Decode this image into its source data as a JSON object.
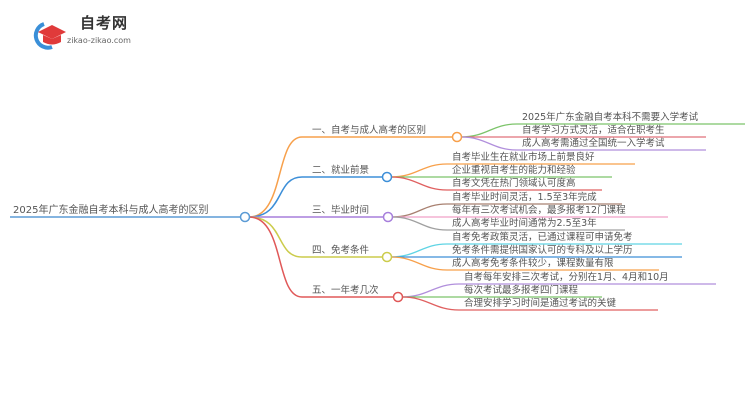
{
  "logo": {
    "title": "自考网",
    "url": "zikao-zikao.com"
  },
  "root": {
    "label": "2025年广东金融自考本科与成人高考的区别",
    "color": "#5b9bd5"
  },
  "branches": [
    {
      "label": "一、自考与成人高考的区别",
      "color": "#f7a04b",
      "children": [
        {
          "label": "2025年广东金融自考本科不需要入学考试",
          "color": "#7cc46a"
        },
        {
          "label": "自考学习方式灵活，适合在职考生",
          "color": "#e0707a"
        },
        {
          "label": "成人高考需通过全国统一入学考试",
          "color": "#b18fdc"
        }
      ]
    },
    {
      "label": "二、就业前景",
      "color": "#3d8fd8",
      "children": [
        {
          "label": "自考毕业生在就业市场上前景良好",
          "color": "#f7a04b"
        },
        {
          "label": "企业重视自考生的能力和经验",
          "color": "#7cc46a"
        },
        {
          "label": "自考文凭在热门领域认可度高",
          "color": "#e06060"
        }
      ]
    },
    {
      "label": "三、毕业时间",
      "color": "#a77fdc",
      "children": [
        {
          "label": "自考毕业时间灵活，1.5至3年完成",
          "color": "#a88070"
        },
        {
          "label": "每年有三次考试机会，最多报考12门课程",
          "color": "#f0a0c8"
        },
        {
          "label": "成人高考毕业时间通常为2.5至3年",
          "color": "#a0a0a0"
        }
      ]
    },
    {
      "label": "四、免考条件",
      "color": "#cccc4c",
      "children": [
        {
          "label": "自考免考政策灵活，已通过课程可申请免考",
          "color": "#5fd4e4"
        },
        {
          "label": "免考条件需提供国家认可的专科及以上学历",
          "color": "#3d8fd8"
        },
        {
          "label": "成人高考免考条件较少，课程数量有限",
          "color": "#f7a04b"
        }
      ]
    },
    {
      "label": "五、一年考几次",
      "color": "#e05858",
      "children": [
        {
          "label": "自考每年安排三次考试，分别在1月、4月和10月",
          "color": "#b18fdc"
        },
        {
          "label": "每次考试最多报考四门课程",
          "color": "#7cc46a"
        },
        {
          "label": "合理安排学习时间是通过考试的关键",
          "color": "#e06060"
        }
      ]
    }
  ]
}
